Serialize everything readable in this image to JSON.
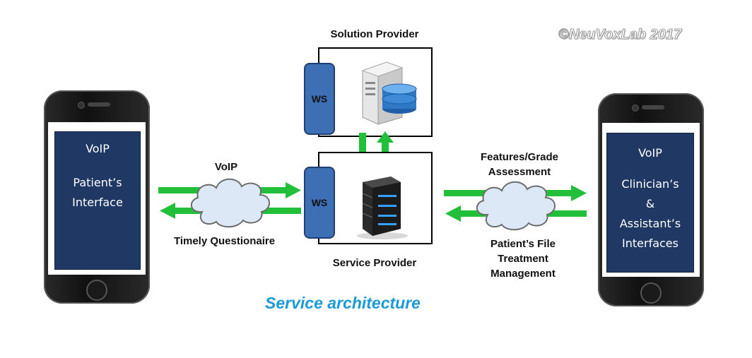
{
  "watermark": "©NeuVoxLab 2017",
  "caption": "Service architecture",
  "solution_provider": {
    "title": "Solution Provider",
    "ws_label": "WS"
  },
  "service_provider": {
    "title": "Service Provider",
    "ws_label": "WS"
  },
  "left_link": {
    "top_label": "VoIP",
    "bottom_label": "Timely Questionaire"
  },
  "right_link": {
    "top_label_1": "Features/Grade",
    "top_label_2": "Assessment",
    "bottom_label_1": "Patient’s File",
    "bottom_label_2": "Treatment",
    "bottom_label_3": "Management"
  },
  "left_phone": {
    "line1": "VoIP",
    "line2": "Patient’s",
    "line3": "Interface"
  },
  "right_phone": {
    "line1": "VoIP",
    "line2": "Clinician’s",
    "line3": "&",
    "line4": "Assistant’s",
    "line5": "Interfaces"
  },
  "colors": {
    "arrow_green": "#22c03a",
    "screen_navy": "#1f3864",
    "ws_blue": "#3d6fb5",
    "caption_blue": "#1b9ad6",
    "cloud_fill": "#dce8f5"
  }
}
